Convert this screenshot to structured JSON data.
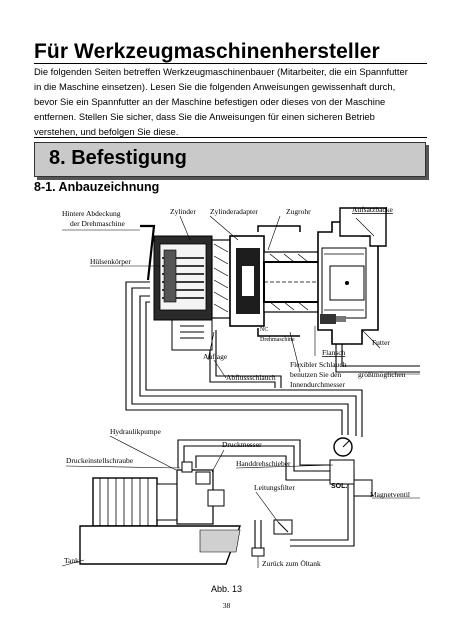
{
  "header": {
    "title": "Für Werkzeugmaschinenhersteller"
  },
  "intro": {
    "lines": [
      "Die folgenden Seiten betreffen Werkzeugmaschinenbauer (Mitarbeiter, die ein Spannfutter",
      "in die Maschine einsetzen).  Lesen Sie die folgenden Anweisungen gewissenhaft durch,",
      "bevor Sie ein Spannfutter an der Maschine befestigen oder dieses von der Maschine",
      "entfernen. Stellen Sie sicher, dass Sie die Anweisungen für einen sicheren Betrieb",
      "verstehen, und befolgen Sie diese."
    ]
  },
  "section": {
    "title": "8. Befestigung"
  },
  "subsection": {
    "title": "8-1. Anbauzeichnung"
  },
  "diagram": {
    "labels": {
      "hintere_abdeckung_1": "Hintere Abdeckung",
      "hintere_abdeckung_2": "der Drehmaschine",
      "zylinder": "Zylinder",
      "zylinderadapter": "Zylinderadapter",
      "zugrohr": "Zugrohr",
      "aufsatzbacke": "Aufsatzbacke",
      "huelsenkoerper": "Hülsenkörper",
      "nc": "NC",
      "drehmaschine": "Drehmaschine",
      "futter": "Futter",
      "flansch": "Flansch",
      "auflage": "Auflage",
      "flexibler_schlauch": "Flexibler Schlauch",
      "benutzen_1": "benutzen Sie den",
      "benutzen_2": "größtmöglichen",
      "innendurchmesser": "Innendurchmesser",
      "abflussschlauch": "Abflussschlauch",
      "hydraulikpumpe": "Hydraulikpumpe",
      "druckmesser": "Druckmesser",
      "druckeinstellschraube": "Druckeinstellschraube",
      "handdrehschieber": "Handdrehschieber",
      "sol": "SOL.",
      "leitungsfilter": "Leitungsfilter",
      "magnetventil": "Magnetventil",
      "tank": "Tank",
      "zurueck": "Zurück zum Öltank"
    }
  },
  "caption": "Abb. 13",
  "page_number": "38"
}
